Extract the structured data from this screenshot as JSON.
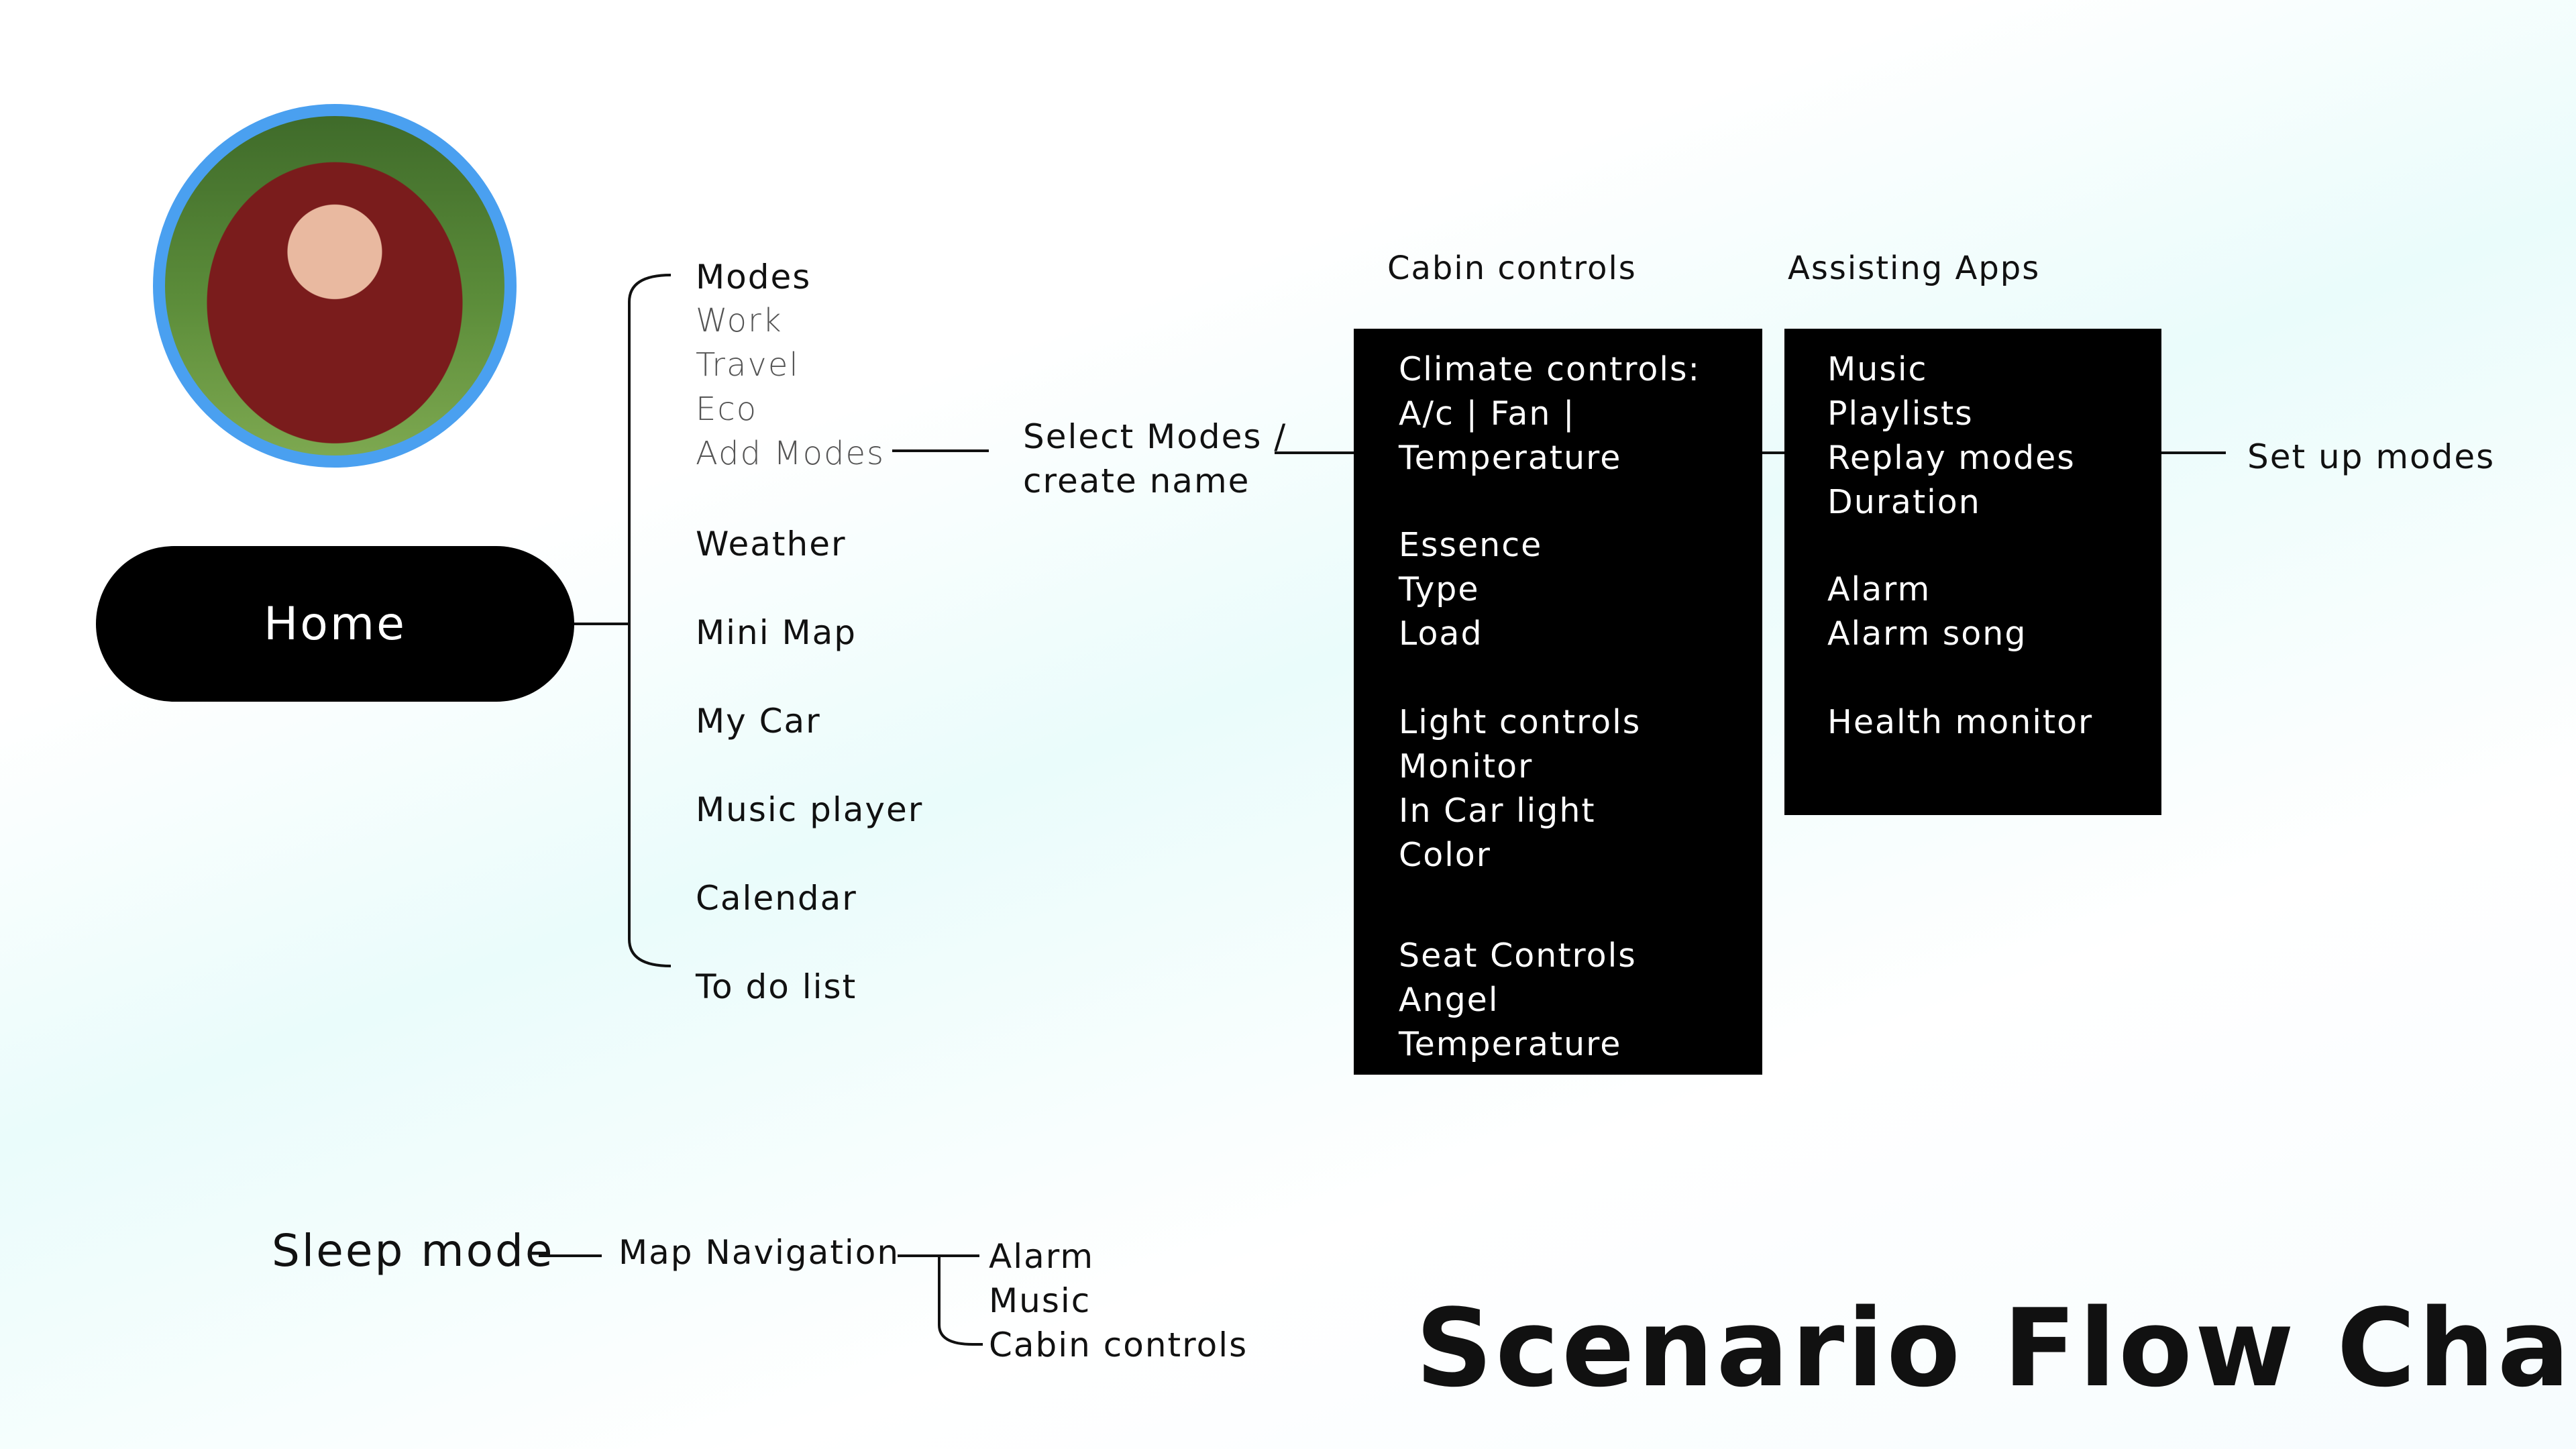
{
  "home": {
    "label": "Home"
  },
  "home_menu": {
    "modes": {
      "label": "Modes",
      "items": [
        "Work",
        "Travel",
        "Eco",
        "Add Modes"
      ]
    },
    "items": [
      "Weather",
      "Mini Map",
      "My Car",
      "Music player",
      "Calendar",
      "To do list"
    ]
  },
  "select_modes": {
    "line1": "Select Modes /",
    "line2": "create name"
  },
  "cabin_controls": {
    "heading": "Cabin controls",
    "lines": [
      "Climate controls:",
      "A/c | Fan |",
      "Temperature",
      "Essence",
      "Type",
      "Load",
      "Light controls",
      "Monitor",
      "In Car light",
      "Color",
      "Seat Controls",
      "Angel",
      "Temperature"
    ]
  },
  "assisting_apps": {
    "heading": "Assisting Apps",
    "lines": [
      "Music",
      "Playlists",
      "Replay modes",
      "Duration",
      "Alarm",
      "Alarm song",
      "Health monitor"
    ]
  },
  "set_up_modes": "Set up modes",
  "sleep": {
    "label": "Sleep mode",
    "map_navigation": "Map Navigation",
    "items": [
      "Alarm",
      "Music",
      "Cabin controls"
    ]
  },
  "title": "Scenario Flow Chart",
  "colors": {
    "box": "#000000",
    "avatar_ring": "#4aa0f0",
    "background_tint": "#eafcfb"
  }
}
